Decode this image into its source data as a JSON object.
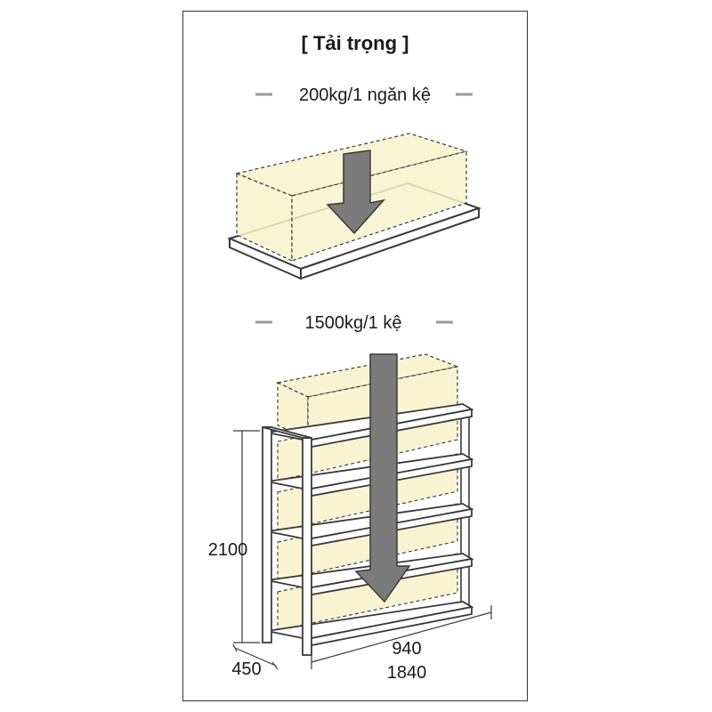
{
  "title": "[ Tải trọng ]",
  "shelf_load": {
    "label": "200kg/1 ngăn kệ"
  },
  "rack_load": {
    "label": "1500kg/1 kệ"
  },
  "dimensions": {
    "height": "2100",
    "depth": "450",
    "width_short": "940",
    "width_long": "1840"
  },
  "colors": {
    "box_fill": "#f7f3cc",
    "box_stroke": "#3a3a3a",
    "arrow_fill": "#7b7b7b",
    "dash_gray": "#9a9a9a",
    "frame": "#333333"
  }
}
